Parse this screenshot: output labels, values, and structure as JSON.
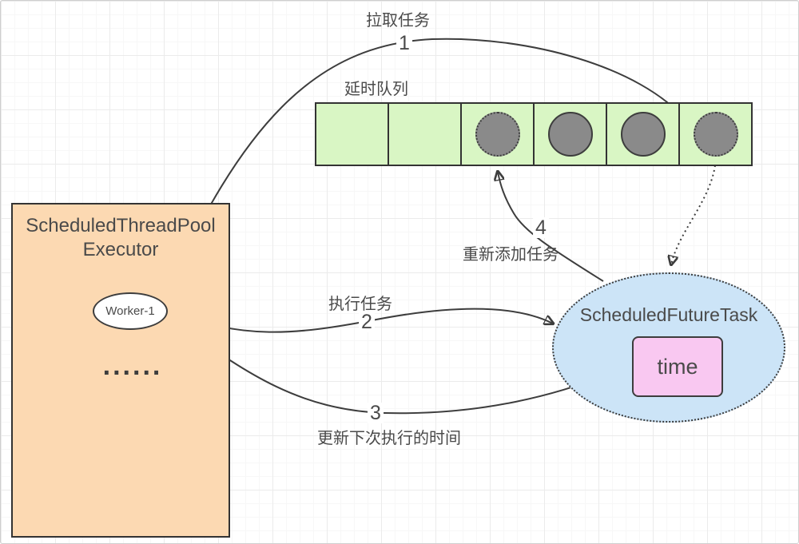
{
  "colors": {
    "executor-fill": "#fcd9b2",
    "queue-fill": "#d9f6c4",
    "task-fill": "#8a8a8a",
    "future-fill": "#cce4f7",
    "time-fill": "#f9c8f1",
    "shape-border": "#333333",
    "line": "#3d3d3d",
    "text": "#4a4a4a",
    "grid-major": "#ebebeb",
    "grid-minor": "#f7f7f7"
  },
  "executor": {
    "title_line1": "ScheduledThreadPool",
    "title_line2": "Executor",
    "worker_label": "Worker-1",
    "ellipsis": "......"
  },
  "queue": {
    "label": "延时队列",
    "cells": [
      "empty",
      "empty",
      "task-pending",
      "task",
      "task",
      "task-pending"
    ]
  },
  "future_task": {
    "title": "ScheduledFutureTask",
    "time_label": "time"
  },
  "arrows": [
    {
      "step": "1",
      "label": "拉取任务",
      "from": "worker",
      "to": "delay-queue",
      "style": "solid"
    },
    {
      "step": "2",
      "label": "执行任务",
      "from": "worker",
      "to": "scheduled-future-task",
      "style": "solid"
    },
    {
      "step": "3",
      "label": "更新下次执行的时间",
      "from": "worker",
      "to": "time-box",
      "style": "solid"
    },
    {
      "step": "4",
      "label": "重新添加任务",
      "from": "scheduled-future-task",
      "to": "delay-queue",
      "style": "solid"
    },
    {
      "step": "",
      "label": "",
      "from": "queue-task",
      "to": "scheduled-future-task",
      "style": "dotted"
    }
  ]
}
